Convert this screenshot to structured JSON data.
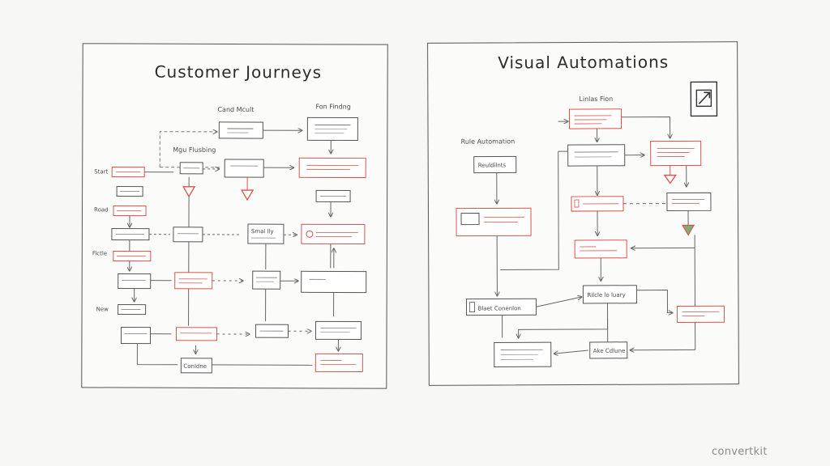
{
  "left_panel": {
    "title": "Customer Journeys",
    "labels": {
      "top_a": "Cand Mcult",
      "top_b": "Fon Findng",
      "mid": "Mgu Flusbing",
      "row_start": "Start",
      "row_road": "Road",
      "row_fictle": "Fictle",
      "row_new": "New",
      "box_lower_mid": "Smai lly",
      "box_bottom": "Conldne"
    }
  },
  "right_panel": {
    "title": "Visual Automations",
    "labels": {
      "top": "Linlas Fion",
      "rule": "Rule Automation",
      "rule_box": "Reuldilnts",
      "bottom_left": "Blaet Conenlon",
      "center": "Rilcle lo luary",
      "bottom_right": "Ake Cdlune"
    }
  },
  "colors": {
    "ink": "#4a4a4a",
    "accent": "#d9534a",
    "arrow": "#666666"
  },
  "icons": {
    "right_panel_corner": "open-external-icon"
  },
  "brand": "convertkit"
}
